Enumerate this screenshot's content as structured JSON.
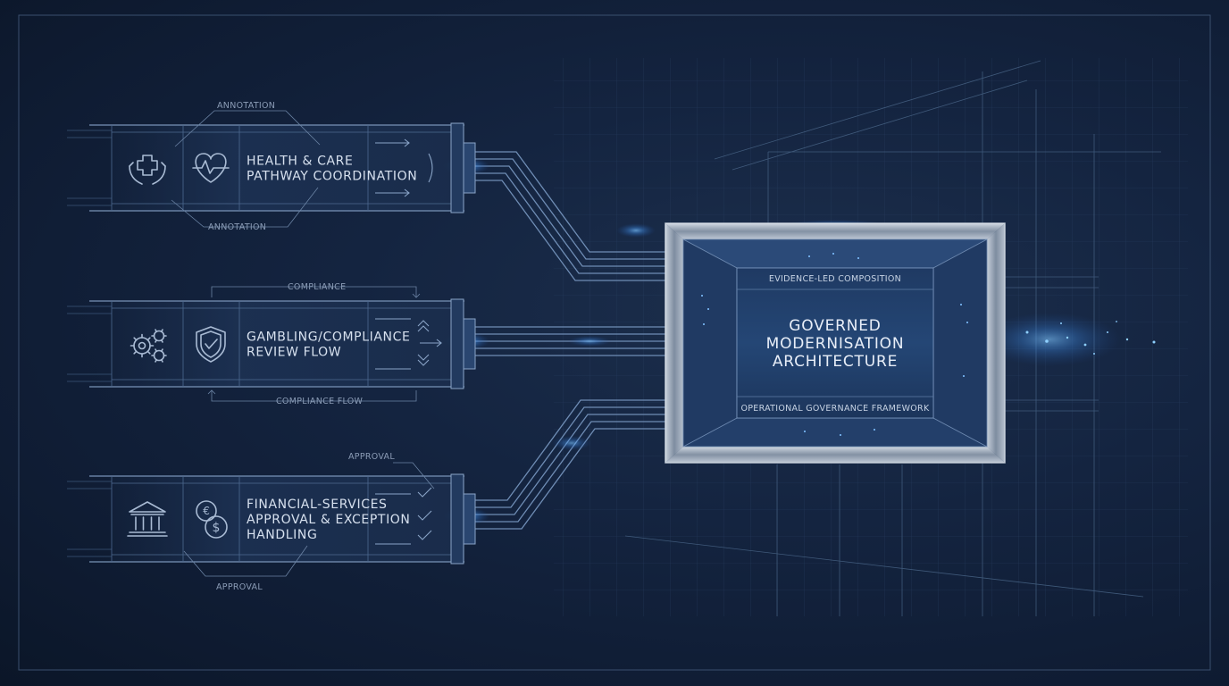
{
  "modules": [
    {
      "id": "health",
      "title_lines": [
        "HEALTH & CARE",
        "PATHWAY COORDINATION"
      ],
      "top_annotation": "ANNOTATION",
      "bottom_annotation": "ANNOTATION",
      "icons": [
        "medical-cross-hands-icon",
        "heart-pulse-icon"
      ]
    },
    {
      "id": "gambling",
      "title_lines": [
        "GAMBLING/COMPLIANCE",
        "REVIEW FLOW"
      ],
      "top_annotation": "COMPLIANCE",
      "bottom_annotation": "COMPLIANCE FLOW",
      "icons": [
        "gears-icon",
        "shield-check-icon"
      ]
    },
    {
      "id": "financial",
      "title_lines": [
        "FINANCIAL-SERVICES",
        "APPROVAL & EXCEPTION",
        "HANDLING"
      ],
      "top_annotation": "APPROVAL",
      "bottom_annotation": "APPROVAL",
      "icons": [
        "bank-icon",
        "currency-coins-icon"
      ]
    }
  ],
  "core": {
    "top_label": "EVIDENCE-LED COMPOSITION",
    "title_lines": [
      "GOVERNED",
      "MODERNISATION",
      "ARCHITECTURE"
    ],
    "bottom_label": "OPERATIONAL GOVERNANCE FRAMEWORK"
  },
  "colors": {
    "accent_glow": "#4fa3ff",
    "line": "#6f8db5",
    "frame": "#b9c4d2",
    "background": "#132440"
  }
}
